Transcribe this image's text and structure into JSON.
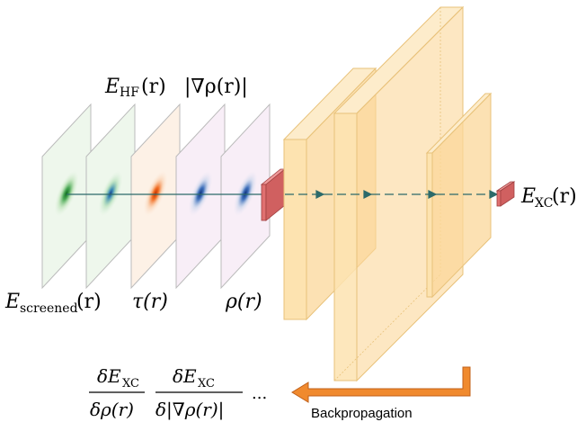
{
  "colors": {
    "layer_fill": "#fde3b0",
    "layer_edge": "#e8c27a",
    "input_block": "#e07070",
    "output_block": "#e07070",
    "arrow": "#f08a2e",
    "connector": "#2c6a6a",
    "map_green": "#138a2e",
    "map_orange": "#f05a00",
    "map_blue": "#1a4fa0"
  },
  "inputs": [
    {
      "id": "e_screened",
      "label_main": "E",
      "label_sub": "screened",
      "label_arg": "(r)",
      "color_name": "green",
      "tint": "#eef7ec"
    },
    {
      "id": "e_hf",
      "label_main": "E",
      "label_sub": "HF",
      "label_arg": "(r)",
      "color_name": "green-blue",
      "tint": "#eef7ec"
    },
    {
      "id": "tau",
      "label_main": "τ",
      "label_sub": "",
      "label_arg": "(r)",
      "color_name": "orange",
      "tint": "#fdf1e6"
    },
    {
      "id": "grad_rho",
      "label_main": "|∇ρ",
      "label_sub": "",
      "label_arg": "(r)|",
      "color_name": "blue",
      "tint": "#f8eef7"
    },
    {
      "id": "rho",
      "label_main": "ρ",
      "label_sub": "",
      "label_arg": "(r)",
      "color_name": "blue",
      "tint": "#f8eef7"
    }
  ],
  "labels": {
    "e_hf": {
      "main": "E",
      "sub": "HF",
      "arg": "(r)"
    },
    "grad_rho": {
      "main": "|∇ρ(r)|"
    },
    "e_screened": {
      "main": "E",
      "sub": "screened",
      "arg": "(r)"
    },
    "tau": {
      "main": "τ(r)"
    },
    "rho": {
      "main": "ρ(r)"
    },
    "exc_output": {
      "main": "E",
      "sub": "XC",
      "arg": "(r)"
    }
  },
  "derivatives": {
    "d1_num": "δE",
    "d1_num_sub": "XC",
    "d1_den": "δρ(r)",
    "d2_num": "δE",
    "d2_num_sub": "XC",
    "d2_den": "δ|∇ρ(r)|",
    "ellipsis": "..."
  },
  "backprop_label": "Backpropagation"
}
